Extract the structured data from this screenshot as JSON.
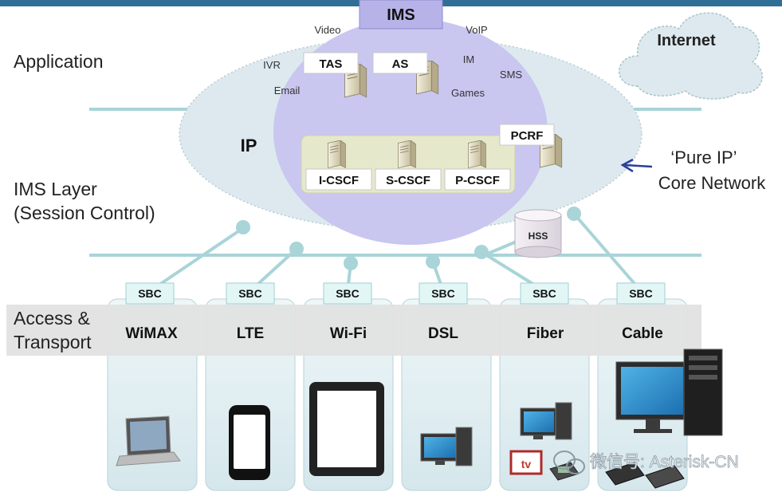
{
  "layers": {
    "application": "Application",
    "ims_line1": "IMS Layer",
    "ims_line2": "(Session Control)",
    "access_line1": "Access &",
    "access_line2": "Transport"
  },
  "core": {
    "ims_label": "IMS",
    "ip_label": "IP",
    "tas": "TAS",
    "as": "AS",
    "pcrf": "PCRF",
    "hss": "HSS",
    "cscf": [
      "I-CSCF",
      "S-CSCF",
      "P-CSCF"
    ],
    "services": {
      "video": "Video",
      "voip": "VoIP",
      "ivr": "IVR",
      "im": "IM",
      "sms": "SMS",
      "email": "Email",
      "games": "Games"
    }
  },
  "internet": "Internet",
  "pure_ip_line1": "‘Pure IP’",
  "pure_ip_line2": "Core Network",
  "sbc_label": "SBC",
  "access": [
    "WiMAX",
    "LTE",
    "Wi-Fi",
    "DSL",
    "Fiber",
    "Cable"
  ],
  "tv_label": "tv",
  "watermark": "微信号: Asterisk-CN",
  "colors": {
    "top_bar": "#2f6f95",
    "cloud_fill": "#dde9ee",
    "inner_fill": "#c9c6f0",
    "cscf_panel": "#e6e8cc",
    "sbc_fill": "#e3f6f6",
    "line": "#a9d4d8",
    "arrow": "#2a3f9a"
  }
}
